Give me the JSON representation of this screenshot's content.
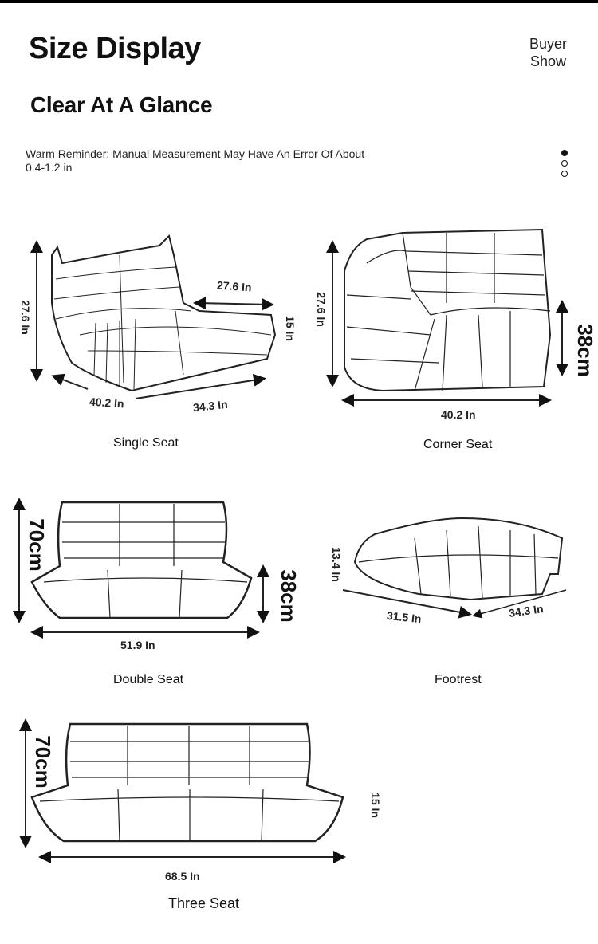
{
  "header": {
    "title": "Size Display",
    "subtitle": "Clear At A Glance",
    "buyer_show": [
      "Buyer",
      "Show"
    ],
    "reminder": "Warm Reminder: Manual Measurement May Have An Error Of About 0.4-1.2 in"
  },
  "pager": {
    "total": 3,
    "active": 1
  },
  "products": {
    "single": {
      "name": "Single Seat",
      "height": "27.6 In",
      "seat_depth": "27.6 In",
      "seat_height": "15 In",
      "width": "40.2 In",
      "depth": "34.3 In"
    },
    "corner": {
      "name": "Corner Seat",
      "height": "27.6 In",
      "seat_height": "38cm",
      "width": "40.2 In"
    },
    "double": {
      "name": "Double Seat",
      "height": "70cm",
      "seat_height": "38cm",
      "width": "51.9 In"
    },
    "footrest": {
      "name": "Footrest",
      "height": "13.4 In",
      "width": "31.5 In",
      "depth": "34.3 In"
    },
    "three": {
      "name": "Three Seat",
      "height": "70cm",
      "seat_height": "15 In",
      "width": "68.5 In"
    }
  }
}
